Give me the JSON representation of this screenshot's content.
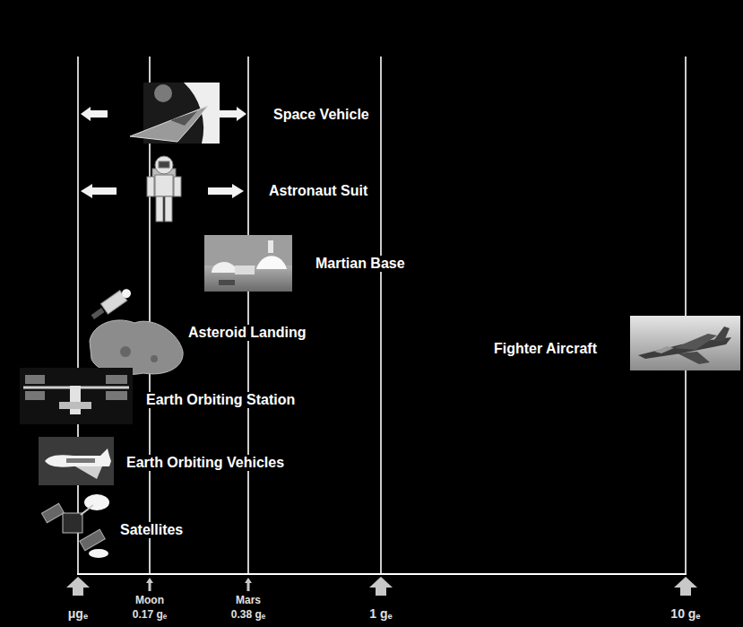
{
  "diagram": {
    "labels": [
      "Space Vehicle",
      "Astronaut Suit",
      "Martian Base",
      "Asteroid Landing",
      "Earth Orbiting Station",
      "Earth Orbiting Vehicles",
      "Satellites",
      "Fighter Aircraft",
      "μgₑ",
      "Moon",
      "0.17 gₑ",
      "Mars",
      "0.38 gₑ",
      "1 gₑ",
      "10 gₑ"
    ]
  }
}
